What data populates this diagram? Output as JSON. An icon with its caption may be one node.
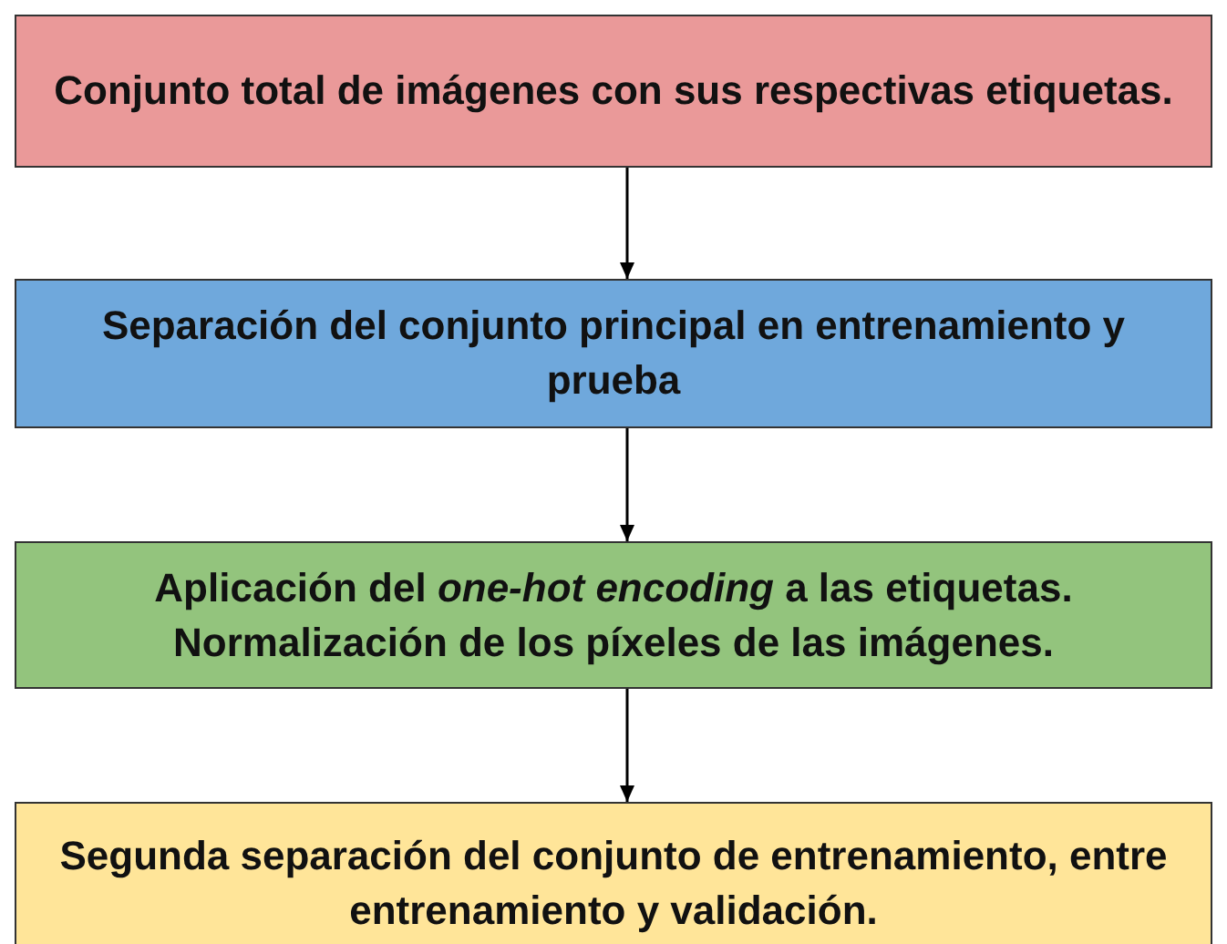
{
  "diagram": {
    "nodes": [
      {
        "text": [
          "Conjunto total de imágenes con sus respectivas etiquetas."
        ]
      },
      {
        "text": [
          "Separación del conjunto principal en entrenamiento y prueba"
        ]
      },
      {
        "text": [
          "Aplicación del *one-hot encoding* a las etiquetas.",
          "Normalización de los píxeles de las imágenes."
        ]
      },
      {
        "text": [
          "Segunda separación del conjunto de entrenamiento, entre entrenamiento y validación."
        ]
      }
    ],
    "edges": [
      {
        "from": 0,
        "to": 1,
        "arrow": "to"
      },
      {
        "from": 1,
        "to": 2,
        "arrow": "to"
      },
      {
        "from": 2,
        "to": 3,
        "arrow": "to"
      }
    ]
  }
}
